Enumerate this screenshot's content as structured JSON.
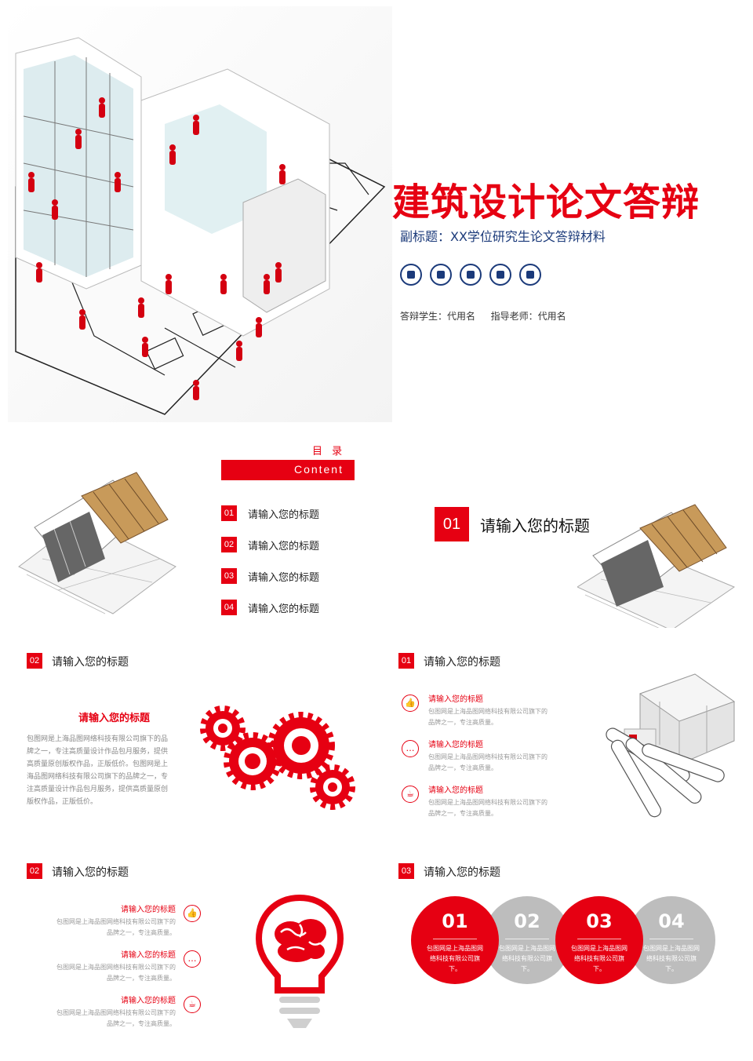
{
  "cover": {
    "title": "建筑设计论文答辩",
    "subtitle": "副标题：XX学位研究生论文答辩材料",
    "student_label": "答辩学生：代用名",
    "teacher_label": "指导老师：代用名",
    "icons": [
      "book-icon",
      "search-icon",
      "target-icon",
      "tools-icon",
      "document-icon"
    ]
  },
  "toc": {
    "heading": "目 录",
    "banner": "Content",
    "items": [
      {
        "num": "01",
        "label": "请输入您的标题"
      },
      {
        "num": "02",
        "label": "请输入您的标题"
      },
      {
        "num": "03",
        "label": "请输入您的标题"
      },
      {
        "num": "04",
        "label": "请输入您的标题"
      }
    ]
  },
  "section_cover": {
    "num": "01",
    "title": "请输入您的标题"
  },
  "slide_gears": {
    "num": "02",
    "title": "请输入您的标题",
    "subheading": "请输入您的标题",
    "body": "包图网是上海品图网络科技有限公司旗下的品牌之一，专注高质量设计作品包月服务，提供高质量原创版权作品，正版低价。包图网是上海品图网络科技有限公司旗下的品牌之一，专注高质量设计作品包月服务，提供高质量原创版权作品，正版低价。"
  },
  "slide_house": {
    "num": "01",
    "title": "请输入您的标题",
    "items": [
      {
        "icon": "thumbs-up-icon",
        "glyph": "👍",
        "title": "请输入您的标题",
        "text": "包图网是上海品图网络科技有限公司旗下的品牌之一，专注高质量。"
      },
      {
        "icon": "chat-icon",
        "glyph": "…",
        "title": "请输入您的标题",
        "text": "包图网是上海品图网络科技有限公司旗下的品牌之一，专注高质量。"
      },
      {
        "icon": "cup-icon",
        "glyph": "☕",
        "title": "请输入您的标题",
        "text": "包图网是上海品图网络科技有限公司旗下的品牌之一，专注高质量。"
      }
    ]
  },
  "slide_bulb": {
    "num": "02",
    "title": "请输入您的标题",
    "items": [
      {
        "icon": "thumbs-up-icon",
        "glyph": "👍",
        "title": "请输入您的标题",
        "text": "包图网是上海品图网络科技有限公司旗下的品牌之一，专注高质量。"
      },
      {
        "icon": "chat-icon",
        "glyph": "…",
        "title": "请输入您的标题",
        "text": "包图网是上海品图网络科技有限公司旗下的品牌之一，专注高质量。"
      },
      {
        "icon": "cup-icon",
        "glyph": "☕",
        "title": "请输入您的标题",
        "text": "包图网是上海品图网络科技有限公司旗下的品牌之一，专注高质量。"
      }
    ]
  },
  "slide_circles": {
    "num": "03",
    "title": "请输入您的标题",
    "circles": [
      {
        "num": "01",
        "text": "包图网是上海品图网络科技有限公司旗下。",
        "color": "#e60012"
      },
      {
        "num": "02",
        "text": "包图网是上海品图网络科技有限公司旗下。",
        "color": "#bdbdbd"
      },
      {
        "num": "03",
        "text": "包图网是上海品图网络科技有限公司旗下。",
        "color": "#e60012"
      },
      {
        "num": "04",
        "text": "包图网是上海品图网络科技有限公司旗下。",
        "color": "#bdbdbd"
      }
    ]
  },
  "colors": {
    "accent": "#e60012",
    "navy": "#1b3a7a",
    "grey": "#bdbdbd"
  }
}
